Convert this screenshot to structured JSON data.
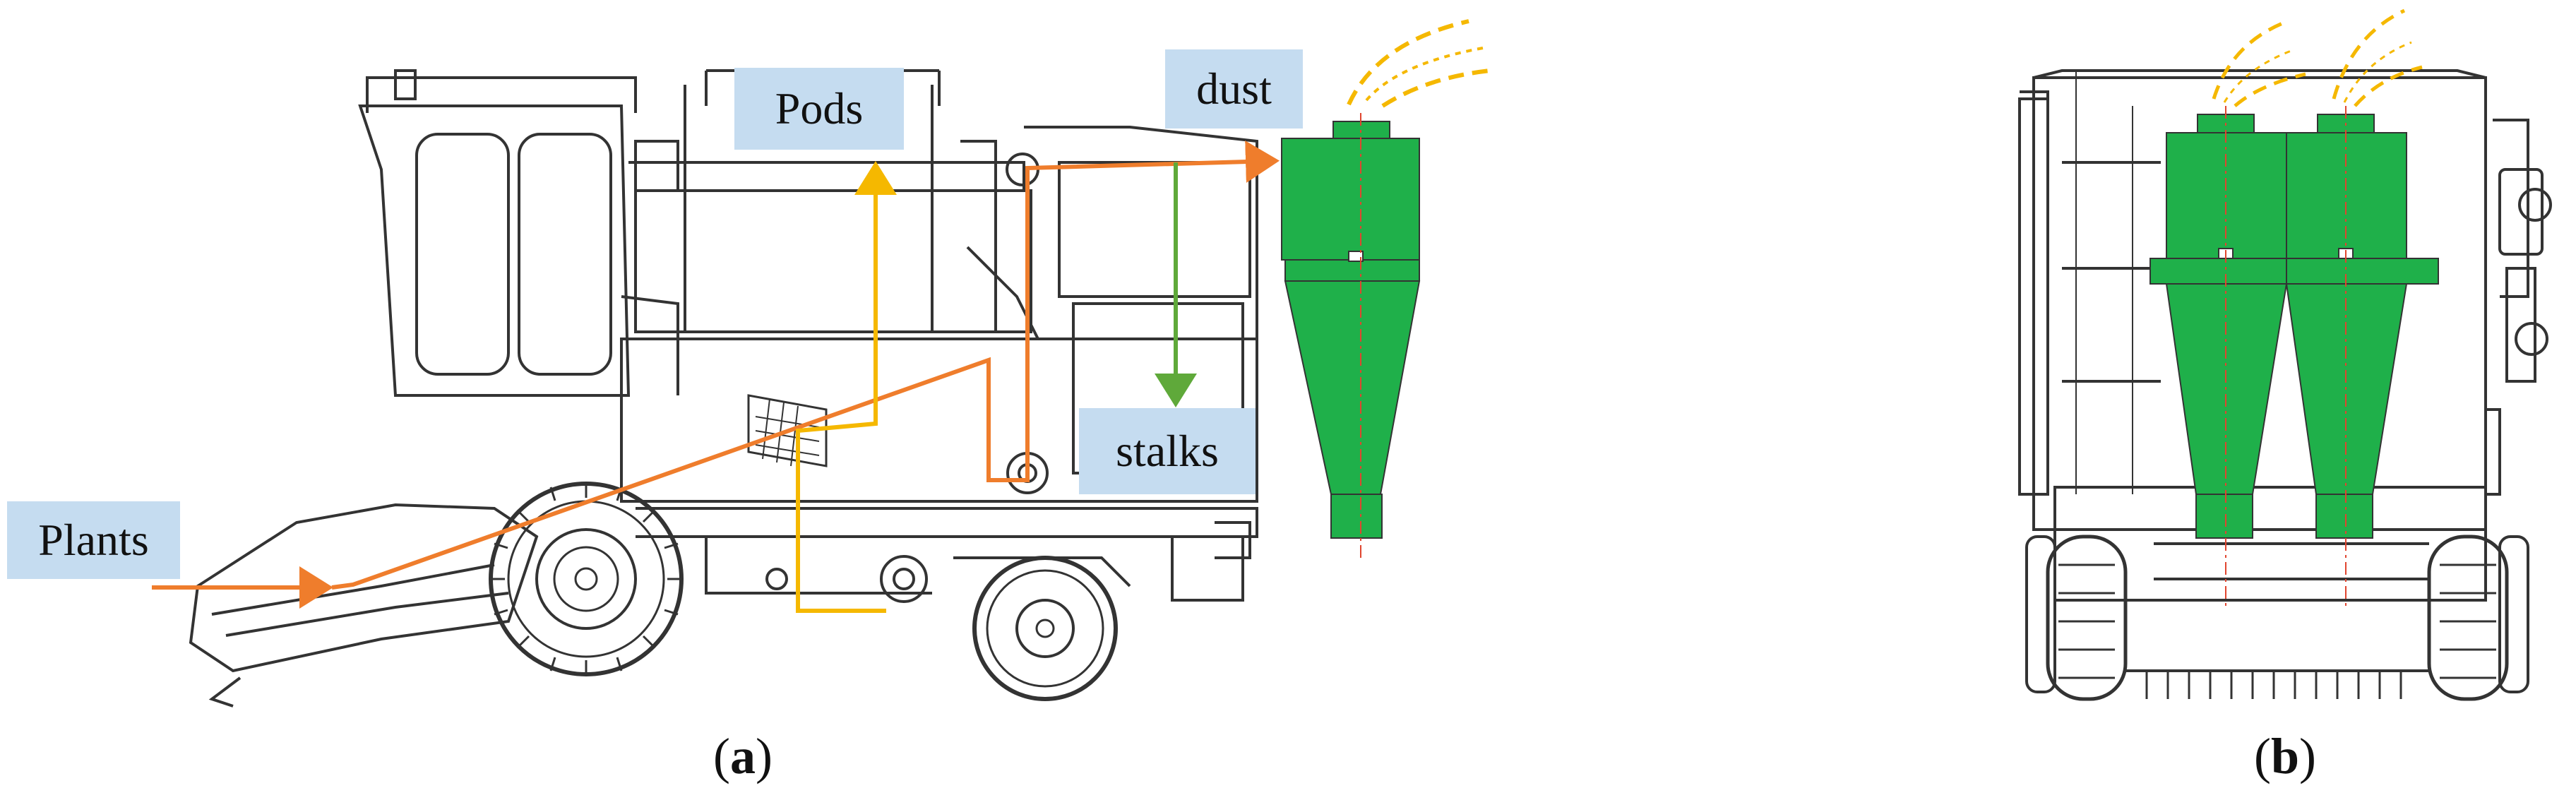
{
  "labels": {
    "plants": "Plants",
    "pods": "Pods",
    "dust": "dust",
    "stalks": "stalks"
  },
  "captions": {
    "a": "a",
    "b": "b"
  },
  "colors": {
    "plant_flow": "#ef7d2c",
    "pod_flow": "#f5b800",
    "stalk_flow": "#5fa93a",
    "cyclone": "#1fb04a",
    "label_bg": "#c5dcf0",
    "line_art": "#333333"
  }
}
